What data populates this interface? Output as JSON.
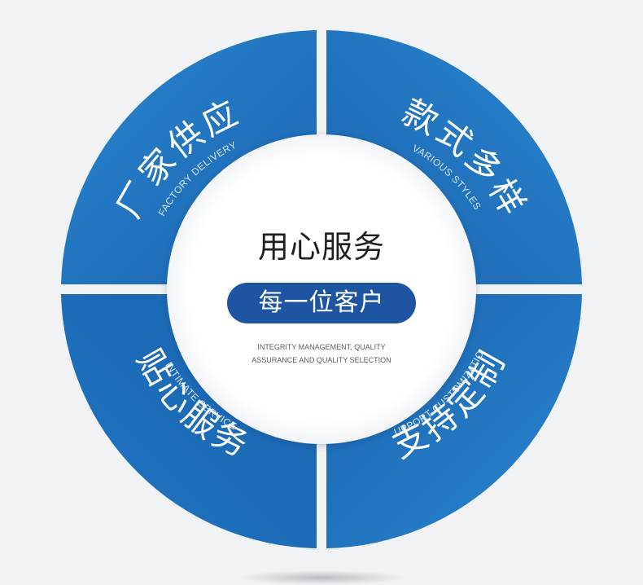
{
  "center": {
    "title": "用心服务",
    "pill": "每一位客户",
    "subtitle_line1": "INTEGRITY MANAGEMENT, QUALITY",
    "subtitle_line2": "ASSURANCE AND QUALITY SELECTION"
  },
  "segments": {
    "top_left": {
      "title": "厂家供应",
      "subtitle": "FACTORY DELIVERY"
    },
    "top_right": {
      "title": "款式多样",
      "subtitle": "VARIOUS STYLES"
    },
    "bottom_left": {
      "title": "贴心服务",
      "subtitle": "INTIMATE SERVICE"
    },
    "bottom_right": {
      "title": "支持定制",
      "subtitle": "SUPPORT CUSTOMIZATION"
    }
  },
  "colors": {
    "segment_blue": "#1a6bb8",
    "segment_blue_light": "#2a86d0",
    "pill_blue": "#1d55a3",
    "background": "#f1f2f4"
  }
}
